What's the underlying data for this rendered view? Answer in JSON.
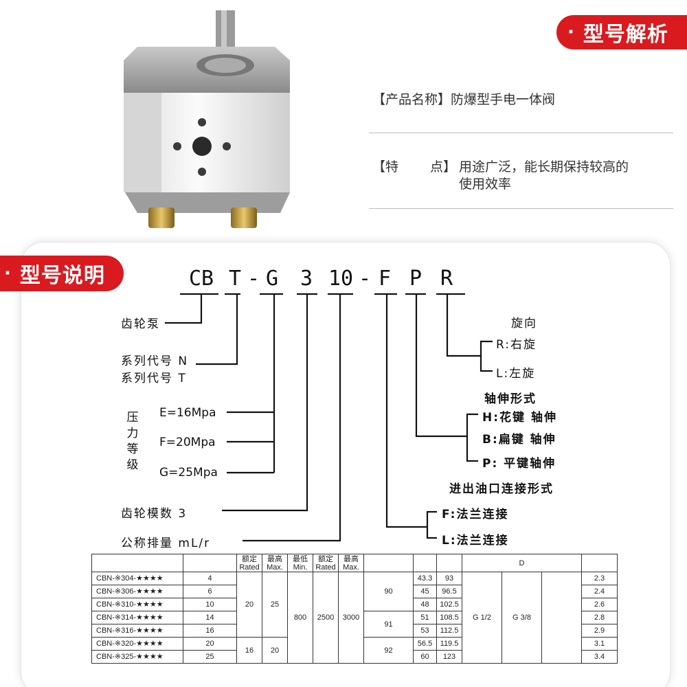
{
  "header_tag": "型号解析",
  "product_name": {
    "label": "【产品名称】",
    "value": "防爆型手电一体阀"
  },
  "feature": {
    "label_a": "【特",
    "label_b": "点】",
    "value_line1": "用途广泛，能长期保持较高的",
    "value_line2": "使用效率"
  },
  "model_tag": "型号说明",
  "model_code": {
    "cb": "CB",
    "t": "T",
    "dash1": "-",
    "g": "G",
    "n3": "3",
    "n10": "10",
    "dash2": "-",
    "f": "F",
    "p": "P",
    "r": "R"
  },
  "diagram": {
    "gear_pump": "齿轮泵",
    "series_n": "系列代号 N",
    "series_t": "系列代号 T",
    "pressure_grade": "压力等级",
    "e": "E=16Mpa",
    "f": "F=20Mpa",
    "g": "G=25Mpa",
    "gear_module": "齿轮模数 3",
    "displacement": "公称排量 mL/r",
    "rotation_title": "旋向",
    "rotation_r": "R:右旋",
    "rotation_l": "L:左旋",
    "shaft_title": "轴伸形式",
    "shaft_h": "H:花键 轴伸",
    "shaft_b": "B:扁键 轴伸",
    "shaft_p": "P: 平键轴伸",
    "port_title": "进出油口连接形式",
    "port_f": "F:法兰连接",
    "port_l": "L:法兰连接"
  },
  "table": {
    "headers": {
      "h1a": "额定",
      "h1b": "Rated",
      "h2a": "最高",
      "h2b": "Max.",
      "h3a": "最低",
      "h3b": "Min.",
      "h4a": "额定",
      "h4b": "Rated",
      "h5a": "最高",
      "h5b": "Max.",
      "d": "D"
    },
    "rows": [
      {
        "model": "CBN-※304-★★★★",
        "disp": "4",
        "c1": "43.3",
        "c2": "93",
        "d2": "2.3"
      },
      {
        "model": "CBN-※306-★★★★",
        "disp": "6",
        "c1": "45",
        "c2": "96.5",
        "d2": "2.4"
      },
      {
        "model": "CBN-※310-★★★★",
        "disp": "10",
        "c1": "48",
        "c2": "102.5",
        "d2": "2.6"
      },
      {
        "model": "CBN-※314-★★★★",
        "disp": "14",
        "c1": "51",
        "c2": "108.5",
        "d2": "2.8"
      },
      {
        "model": "CBN-※316-★★★★",
        "disp": "16",
        "c1": "53",
        "c2": "112.5",
        "d2": "2.9"
      },
      {
        "model": "CBN-※320-★★★★",
        "disp": "20",
        "c1": "56.5",
        "c2": "119.5",
        "d2": "3.1"
      },
      {
        "model": "CBN-※325-★★★★",
        "disp": "25",
        "c1": "60",
        "c2": "123",
        "d2": "3.4"
      }
    ],
    "rated_p_a": "20",
    "max_p_a": "25",
    "rated_p_b": "16",
    "max_p_b": "20",
    "min_speed": "800",
    "rated_speed": "2500",
    "max_speed": "3000",
    "b90": "90",
    "b91": "91",
    "b92": "92",
    "g12": "G 1/2",
    "g38": "G 3/8"
  },
  "colors": {
    "accent_red": "#d91a1f"
  }
}
